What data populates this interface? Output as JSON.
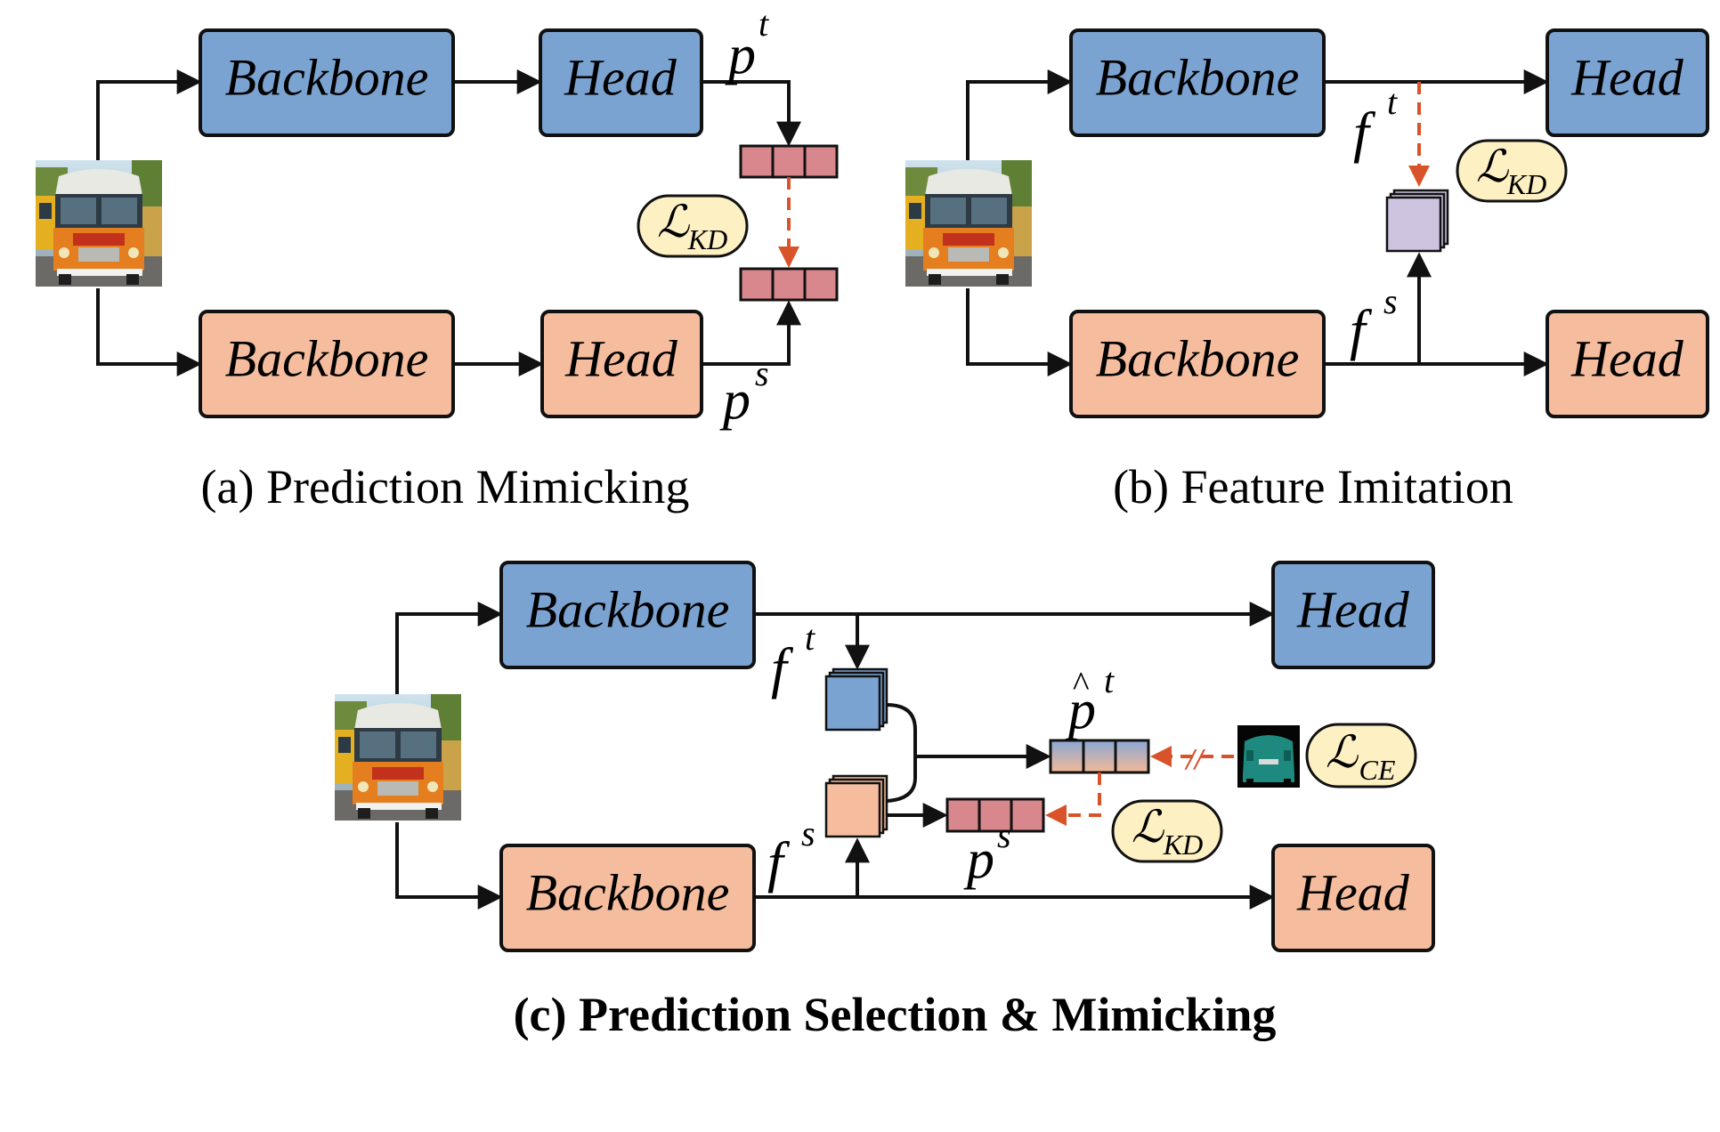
{
  "colors": {
    "teacher": "#7BA3D1",
    "student": "#F5BD9E",
    "feature_stack": "#CFC4DF",
    "prediction_cell": "#D8878C",
    "prediction_gradient_top": "#8AA8D6",
    "prediction_gradient_bottom": "#F4B995",
    "loss_bubble": "#FDF0C3",
    "kd_arrow": "#D9532A",
    "stroke": "#111111"
  },
  "labels": {
    "backbone": "Backbone",
    "head": "Head"
  },
  "math": {
    "p": "p",
    "f": "f",
    "t": "t",
    "s": "s",
    "L": "ℒ",
    "KD": "KD",
    "CE": "CE",
    "stop_grad": "//"
  },
  "captions": {
    "a": "(a) Prediction Mimicking",
    "b": "(b) Feature Imitation",
    "c": "(c) Prediction Selection & Mimicking"
  },
  "images": {
    "input_photo": "bus-photo",
    "ground_truth_mask": "segmentation-mask"
  }
}
